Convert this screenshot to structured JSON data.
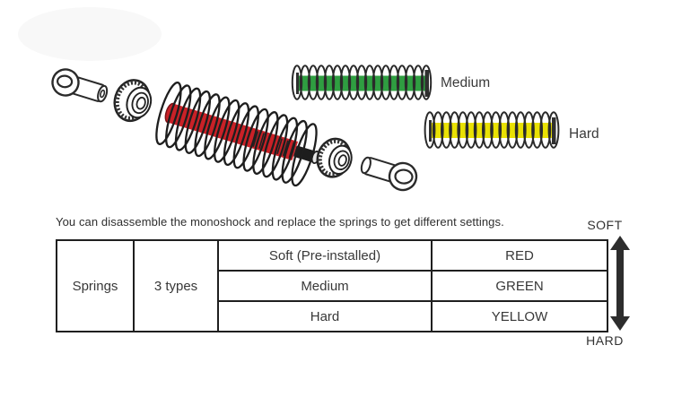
{
  "caption": "You can disassemble the monoshock and replace the springs to get different settings.",
  "diagram": {
    "medium_spring_label": "Medium",
    "hard_spring_label": "Hard"
  },
  "colors": {
    "red": "#c92127",
    "green": "#2f9e41",
    "yellow": "#e9e104"
  },
  "scale": {
    "soft_label": "SOFT",
    "hard_label": "HARD"
  },
  "table": {
    "row_header": "Springs",
    "types_label": "3 types",
    "rows": [
      {
        "name": "Soft (Pre-installed)",
        "color_name": "RED"
      },
      {
        "name": "Medium",
        "color_name": "GREEN"
      },
      {
        "name": "Hard",
        "color_name": "YELLOW"
      }
    ]
  }
}
